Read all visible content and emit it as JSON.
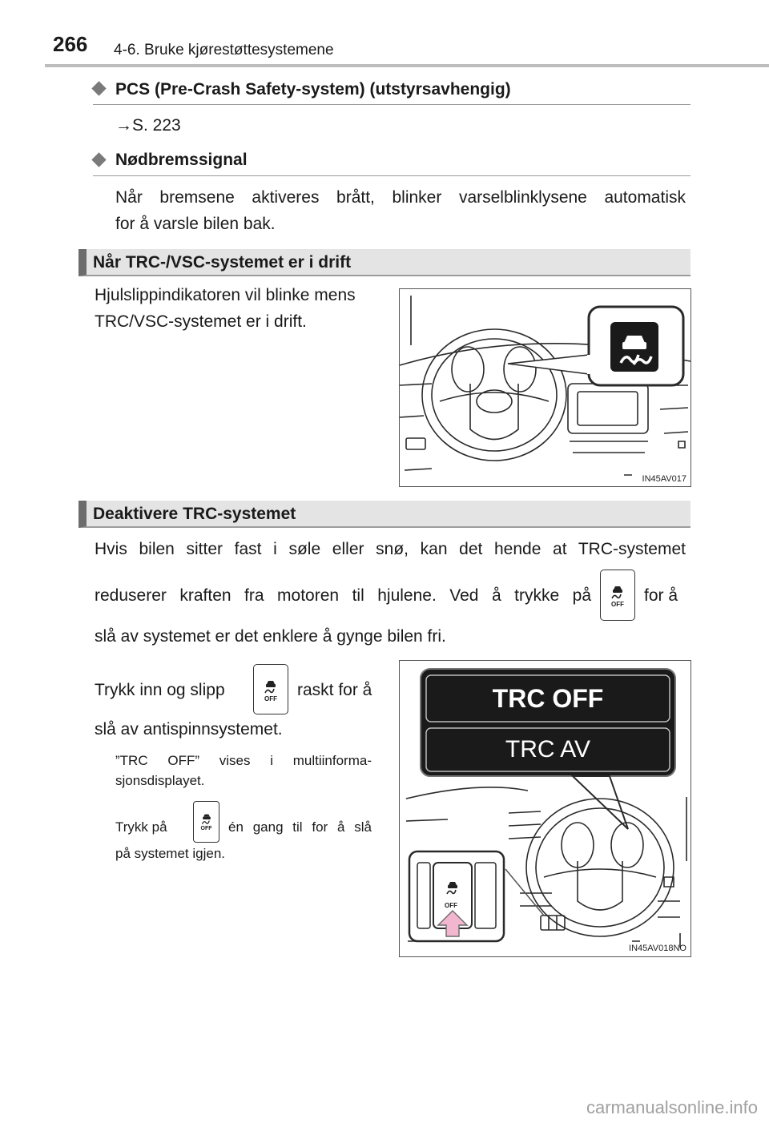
{
  "header": {
    "page_number": "266",
    "section": "4-6. Bruke kjørestøttesystemene"
  },
  "pcs": {
    "title": "PCS (Pre-Crash Safety-system) (utstyrsavhengig)",
    "ref": "S. 223",
    "ref_arrow": "→"
  },
  "emergency": {
    "title": "Nødbremssignal",
    "line1": "Når bremsene aktiveres brått, blinker varselblinklysene automatisk",
    "line2": "for å varsle bilen bak."
  },
  "trc_operating": {
    "heading": "Når TRC-/VSC-systemet er i drift",
    "line1": "Hjulslippindikatoren vil blinke mens",
    "line2": "TRC/VSC-systemet er i drift.",
    "figure_code": "IN45AV017"
  },
  "trc_disable": {
    "heading": "Deaktivere TRC-systemet",
    "p1_line1": "Hvis bilen sitter fast i søle eller snø, kan det hende at TRC-systemet",
    "p1_line2a": "reduserer kraften fra motoren til hjulene. Ved å trykke på",
    "p1_line2b": "for å",
    "p1_line3": "slå av systemet er det enklere å gynge bilen fri.",
    "p2_a": "Trykk inn og slipp",
    "p2_b": "raskt for å",
    "p2_line2": "slå av antispinnsystemet.",
    "note1_line1": "”TRC OFF” vises i multiinforma-",
    "note1_line2": "sjonsdisplayet.",
    "note2_a": "Trykk på",
    "note2_b": "én gang til for å slå",
    "note2_line2": "på systemet igjen.",
    "button_label": "OFF",
    "display1": "TRC OFF",
    "display2": "TRC AV",
    "figure_code": "IN45AV018NO"
  },
  "footer": {
    "watermark": "carmanualsonline.info"
  }
}
